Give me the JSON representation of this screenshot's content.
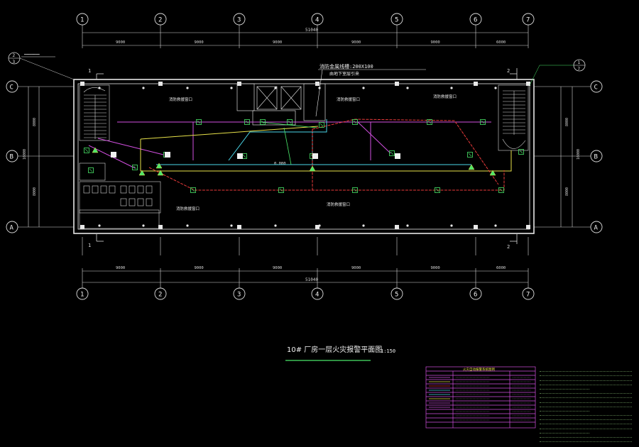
{
  "drawing": {
    "title": "10# 厂房一层火灾报警平面图",
    "scale": "1:150",
    "total_dimension": "51040",
    "bays": [
      "9000",
      "9000",
      "9000",
      "9000",
      "9000",
      "6000"
    ],
    "row_dims": [
      "8000",
      "16000",
      "8000"
    ],
    "grid_columns": [
      "1",
      "2",
      "3",
      "4",
      "5",
      "6",
      "7"
    ],
    "grid_rows": [
      "C",
      "B",
      "A"
    ],
    "section_marks": [
      "1",
      "1",
      "2",
      "2"
    ],
    "index_marks": {
      "left_top": "2",
      "left_bottom": "3",
      "right_top": "1",
      "right_bottom": "7"
    }
  },
  "annotations": {
    "cable_tray": "消防金属线槽:200X100",
    "tray_note": "由地下室层引来",
    "window_labels": [
      "消防救援窗口",
      "消防救援窗口",
      "消防救援窗口",
      "消防救援窗口",
      "消防救援窗口"
    ],
    "elev_mark": "0.080"
  },
  "legend": {
    "title": "火灾自动报警系统图例"
  }
}
